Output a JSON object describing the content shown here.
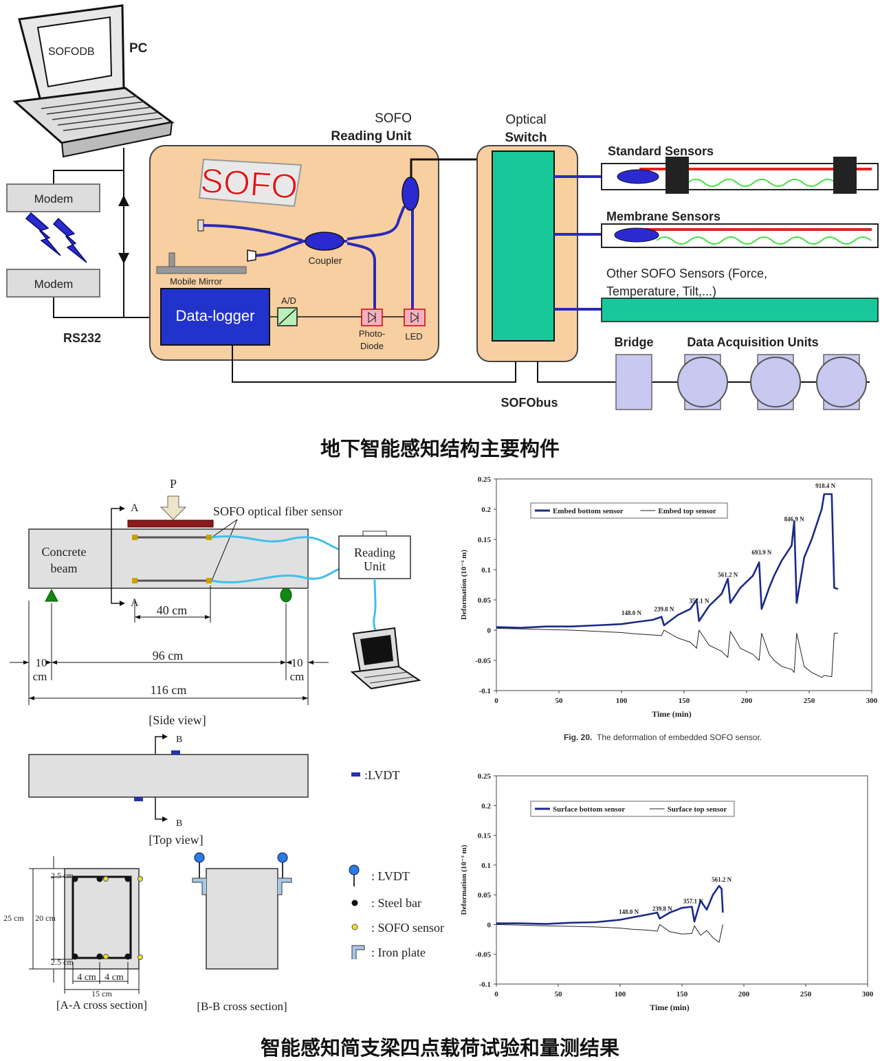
{
  "top": {
    "pc_label": "PC",
    "screen_text": "SOFODB",
    "modem1": "Modem",
    "modem2": "Modem",
    "rs232": "RS232",
    "reading_unit_l1": "SOFO",
    "reading_unit_l2": "Reading Unit",
    "sofo_logo": "SOFO",
    "coupler": "Coupler",
    "mobile_mirror": "Mobile Mirror",
    "data_logger": "Data-logger",
    "ad": "A/D",
    "photo_l1": "Photo-",
    "photo_l2": "Diode",
    "led": "LED",
    "optical_l1": "Optical",
    "optical_l2": "Switch",
    "standard_sensors": "Standard Sensors",
    "membrane_sensors": "Membrane Sensors",
    "other_l1": "Other SOFO Sensors (Force,",
    "other_l2": "Temperature, Tilt,...)",
    "bridge": "Bridge",
    "daq": "Data Acquisition Units",
    "sofobus": "SOFObus",
    "colors": {
      "box_fill": "#f8cfa0",
      "switch_fill": "#18c89a",
      "datalogger": "#2233cc",
      "fiber": "#2a2ab8",
      "sensor_red": "#e02020",
      "sensor_green": "#40e040",
      "daq_fill": "#c8c8f0"
    }
  },
  "caption1": "地下智能感知结构主要构件",
  "side": {
    "p": "P",
    "a1": "A",
    "a2": "A",
    "sensor_label": "SOFO optical fiber sensor",
    "concrete_l1": "Concrete",
    "concrete_l2": "beam",
    "reading_l1": "Reading",
    "reading_l2": "Unit",
    "d40": "40 cm",
    "d96": "96 cm",
    "d116": "116 cm",
    "d10a_1": "10",
    "d10a_2": "cm",
    "d10b_1": "10",
    "d10b_2": "cm",
    "side_view": "[Side view]",
    "b1": "B",
    "b2": "B",
    "top_view": "[Top view]",
    "lvdt_legend": ":LVDT"
  },
  "sections": {
    "d25": "2.5 cm",
    "d25b": "2.5 cm",
    "h25": "25 cm",
    "h20": "20 cm",
    "w4a": "4 cm",
    "w4b": "4 cm",
    "w15": "15 cm",
    "aa": "[A-A  cross section]",
    "bb": "[B-B  cross section]",
    "legend_lvdt": ": LVDT",
    "legend_steel": ": Steel bar",
    "legend_sofo": ": SOFO sensor",
    "legend_iron": ": Iron  plate"
  },
  "caption2": "智能感知简支梁四点载荷试验和量测结果",
  "chart_data": [
    {
      "type": "line",
      "xlabel": "Time (min)",
      "ylabel": "Deformation (10⁻³ m)",
      "xlim": [
        0,
        300
      ],
      "ylim": [
        -0.1,
        0.25
      ],
      "xticks": [
        0,
        50,
        100,
        150,
        200,
        250,
        300
      ],
      "yticks": [
        "0.25",
        "0.2",
        "0.15",
        "0.1",
        "0.05",
        "0",
        "-0.05",
        "-0.1"
      ],
      "caption_prefix": "Fig. 20.",
      "caption": "The deformation of embedded SOFO sensor.",
      "legend": [
        "Embed bottom sensor",
        "Embed top sensor"
      ],
      "annotations": [
        {
          "text": "148.0 N",
          "x": 108,
          "y": 0.025
        },
        {
          "text": "239.8 N",
          "x": 134,
          "y": 0.031
        },
        {
          "text": "357.1 N",
          "x": 162,
          "y": 0.045
        },
        {
          "text": "561.2 N",
          "x": 185,
          "y": 0.088
        },
        {
          "text": "693.9 N",
          "x": 212,
          "y": 0.125
        },
        {
          "text": "846.9 N",
          "x": 238,
          "y": 0.18
        },
        {
          "text": "918.4 N",
          "x": 263,
          "y": 0.235
        }
      ],
      "series": [
        {
          "name": "Embed bottom sensor",
          "x": [
            0,
            20,
            40,
            60,
            80,
            100,
            110,
            125,
            132,
            134,
            145,
            155,
            160,
            162,
            170,
            180,
            185,
            187,
            195,
            205,
            210,
            212,
            218,
            222,
            228,
            236,
            238,
            240,
            246,
            252,
            260,
            262,
            268,
            270,
            273
          ],
          "y": [
            0.005,
            0.004,
            0.006,
            0.006,
            0.008,
            0.01,
            0.013,
            0.017,
            0.022,
            0.008,
            0.025,
            0.035,
            0.05,
            0.015,
            0.04,
            0.06,
            0.085,
            0.045,
            0.07,
            0.09,
            0.112,
            0.035,
            0.07,
            0.09,
            0.115,
            0.14,
            0.18,
            0.045,
            0.12,
            0.15,
            0.2,
            0.225,
            0.225,
            0.07,
            0.068
          ]
        },
        {
          "name": "Embed top sensor",
          "x": [
            0,
            20,
            40,
            60,
            80,
            100,
            110,
            125,
            132,
            134,
            145,
            155,
            160,
            162,
            170,
            180,
            185,
            187,
            195,
            205,
            210,
            212,
            218,
            222,
            228,
            236,
            238,
            240,
            246,
            252,
            260,
            262,
            268,
            270,
            273
          ],
          "y": [
            0.003,
            0.002,
            0.001,
            0.0,
            -0.002,
            -0.004,
            -0.006,
            -0.008,
            -0.009,
            0.0,
            -0.013,
            -0.02,
            -0.03,
            0.0,
            -0.025,
            -0.035,
            -0.045,
            -0.002,
            -0.03,
            -0.04,
            -0.05,
            -0.005,
            -0.04,
            -0.05,
            -0.06,
            -0.065,
            -0.07,
            -0.005,
            -0.06,
            -0.07,
            -0.078,
            -0.075,
            -0.077,
            -0.005,
            -0.005
          ]
        }
      ]
    },
    {
      "type": "line",
      "xlabel": "Time (min)",
      "ylabel": "Deformation (10⁻³ m)",
      "xlim": [
        0,
        300
      ],
      "ylim": [
        -0.1,
        0.25
      ],
      "xticks": [
        0,
        50,
        100,
        150,
        200,
        250,
        300
      ],
      "yticks": [
        "0.25",
        "0.2",
        "0.15",
        "0.1",
        "0.05",
        "0",
        "-0.05",
        "-0.1"
      ],
      "legend": [
        "Surface bottom sensor",
        "Surface top sensor"
      ],
      "annotations": [
        {
          "text": "148.0 N",
          "x": 107,
          "y": 0.018
        },
        {
          "text": "239.8 N",
          "x": 134,
          "y": 0.023
        },
        {
          "text": "357.1 N",
          "x": 159,
          "y": 0.036
        },
        {
          "text": "561.2 N",
          "x": 182,
          "y": 0.072
        }
      ],
      "series": [
        {
          "name": "Surface bottom sensor",
          "x": [
            0,
            20,
            40,
            60,
            80,
            100,
            110,
            120,
            130,
            132,
            140,
            150,
            158,
            160,
            165,
            170,
            175,
            180,
            182,
            183
          ],
          "y": [
            0.002,
            0.002,
            0.001,
            0.003,
            0.004,
            0.008,
            0.012,
            0.016,
            0.02,
            0.01,
            0.02,
            0.028,
            0.03,
            0.005,
            0.04,
            0.025,
            0.05,
            0.065,
            0.06,
            0.02
          ]
        },
        {
          "name": "Surface top sensor",
          "x": [
            0,
            20,
            40,
            60,
            80,
            100,
            110,
            120,
            130,
            132,
            140,
            150,
            158,
            160,
            165,
            170,
            175,
            180,
            182,
            183
          ],
          "y": [
            0.0,
            -0.001,
            -0.002,
            -0.003,
            -0.004,
            -0.006,
            -0.008,
            -0.009,
            -0.011,
            0.0,
            -0.012,
            -0.016,
            -0.015,
            -0.002,
            -0.018,
            -0.01,
            -0.022,
            -0.03,
            -0.01,
            0.0
          ]
        }
      ]
    }
  ]
}
